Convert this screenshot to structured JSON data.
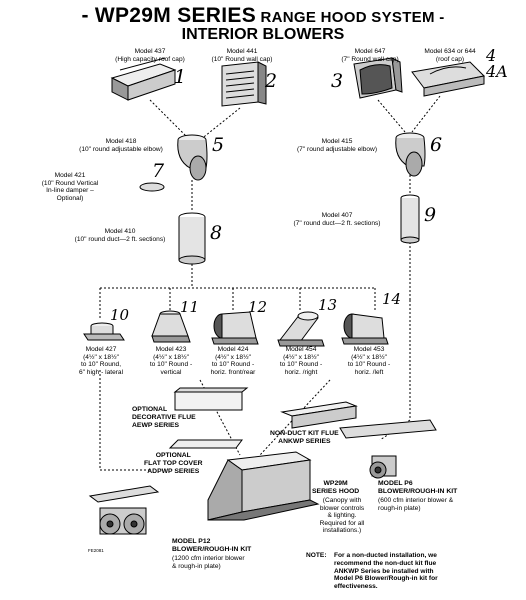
{
  "title": {
    "main": "- WP29M SERIES",
    "suffix": " RANGE HOOD SYSTEM -",
    "sub": "INTERIOR BLOWERS"
  },
  "components": {
    "m437": {
      "text": "Model 437\n(High capacity roof cap)",
      "num": "1"
    },
    "m441": {
      "text": "Model 441\n(10\" Round wall cap)",
      "num": "2"
    },
    "m647": {
      "text": "Model 647\n(7\" Round wall cap)",
      "num": "3"
    },
    "m634": {
      "text": "Model 634 or 644\n(roof cap)",
      "num": "4\n4A"
    },
    "m418": {
      "text": "Model 418\n(10\" round adjustable elbow)",
      "num": "5"
    },
    "m415": {
      "text": "Model 415\n(7\" round adjustable elbow)",
      "num": "6"
    },
    "m421": {
      "text": "Model 421\n(10\" Round Vertical\nIn-line damper –\nOptional)",
      "num": "7"
    },
    "m410": {
      "text": "Model 410\n(10\" round duct—2 ft. sections)",
      "num": "8"
    },
    "m407": {
      "text": "Model 407\n(7\" round duct—2 ft. sections)",
      "num": "9"
    },
    "m427": {
      "text": "Model 427\n(4½\" x 18½\"\nto 10\" Round,\n6\" high - lateral",
      "num": "10"
    },
    "m423": {
      "text": "Model 423\n(4½\" x 18½\"\nto 10\" Round -\nvertical",
      "num": "11"
    },
    "m424": {
      "text": "Model 424\n(4½\" x 18½\"\nto 10\" Round -\nhoriz. front/rear",
      "num": "12"
    },
    "m454": {
      "text": "Model 454\n(4½\" x 18½\"\nto 10\" Round -\nhoriz. /right",
      "num": "13"
    },
    "m453": {
      "text": "Model 453\n(4½\" x 18½\"\nto 10\" Round -\nhoriz. /left",
      "num": "14"
    }
  },
  "options": {
    "flue": "OPTIONAL\nDECORATIVE FLUE\nAEWP SERIES",
    "nonduct": "NON-DUCT KIT FLUE\nANKWP SERIES",
    "cover": "OPTIONAL\nFLAT TOP COVER\nADPWP SERIES"
  },
  "hood": {
    "title": "WP29M\nSERIES HOOD",
    "desc": "(Canopy with\nblower controls\n& lighting.\nRequired for all\ninstallations.)"
  },
  "p6": {
    "title": "MODEL P6\nBLOWER/ROUGH-IN KIT",
    "desc": "(600 cfm interior blower &\nrough-in plate)"
  },
  "p12": {
    "title": "MODEL P12\nBLOWER/ROUGH-IN KIT",
    "desc": "(1200 cfm interior blower\n& rough-in plate)"
  },
  "note": {
    "label": "NOTE:",
    "text": "For a non-ducted installation, we\nrecommend the non-duct kit flue\nANKWP Series be installed with\nModel P6 Blower/Rough-in kit for\neffectiveness."
  },
  "code": "FE2081"
}
